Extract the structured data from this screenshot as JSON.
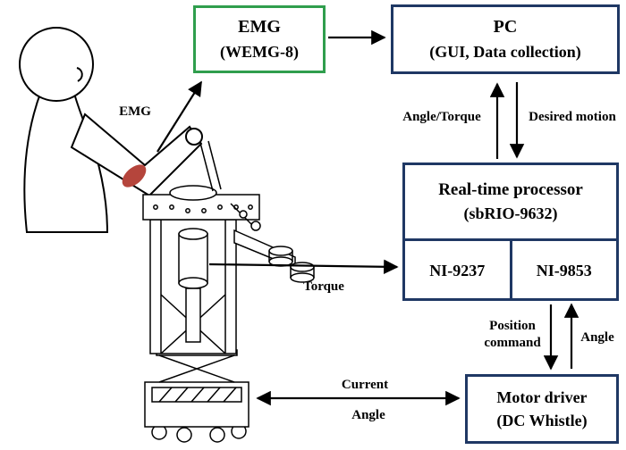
{
  "colors": {
    "emg_border": "#2f9e4d",
    "box_border": "#1f3864",
    "electrode_red": "#b5453c"
  },
  "boxes": {
    "emg": {
      "title": "EMG",
      "subtitle": "(WEMG-8)"
    },
    "pc": {
      "title": "PC",
      "subtitle": "(GUI, Data collection)"
    },
    "rtp": {
      "title": "Real-time processor",
      "subtitle": "(sbRIO-9632)",
      "left_module": "NI-9237",
      "right_module": "NI-9853"
    },
    "motor": {
      "title": "Motor driver",
      "subtitle": "(DC Whistle)"
    }
  },
  "labels": {
    "emg_signal": "EMG",
    "angle_torque": "Angle/Torque",
    "desired_motion": "Desired motion",
    "torque": "Torque",
    "position_line1": "Position",
    "position_line2": "command",
    "angle_right": "Angle",
    "current": "Current",
    "angle_bottom": "Angle"
  }
}
